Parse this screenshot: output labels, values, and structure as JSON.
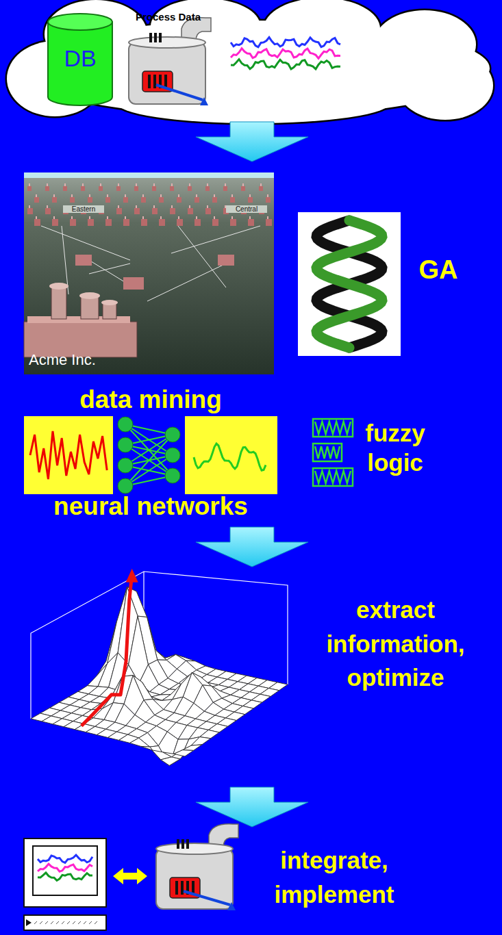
{
  "diagram": {
    "nodes": [
      {
        "text": [
          "DB"
        ]
      },
      {
        "text": [
          "Process Data"
        ]
      },
      {
        "text": [
          "Acme Inc."
        ]
      }
    ],
    "labels": [
      "Eastern",
      "Central",
      "GA",
      "data mining",
      "fuzzy logic",
      "neural networks",
      "extract information, optimize",
      "integrate, implement"
    ]
  }
}
